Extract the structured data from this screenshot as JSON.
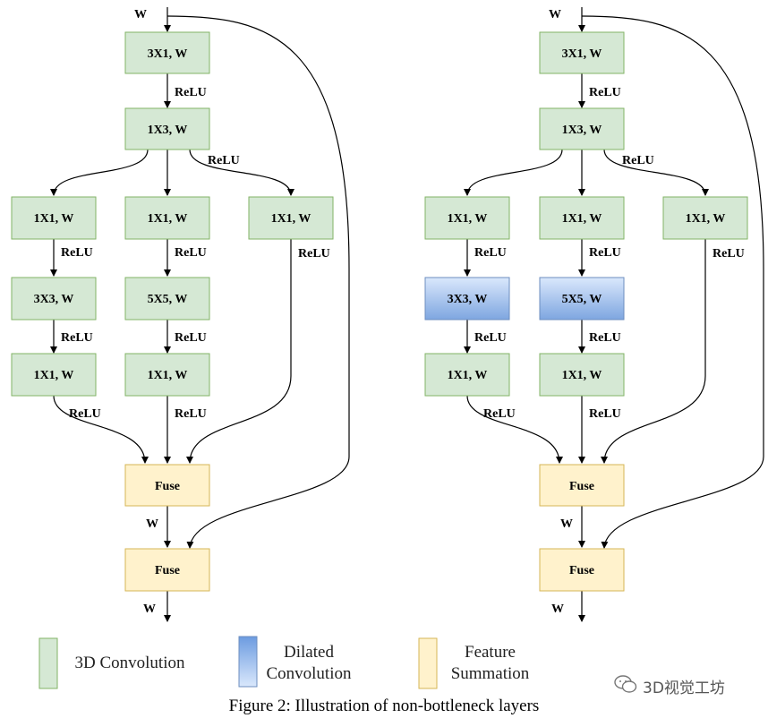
{
  "boxes": {
    "conv3x1": "3X1, W",
    "conv1x3": "1X3, W",
    "conv1x1": "1X1, W",
    "conv3x3": "3X3, W",
    "conv5x5": "5X5, W",
    "fuse": "Fuse"
  },
  "labels": {
    "relu": "ReLU",
    "w": "W"
  },
  "legend": {
    "conv3d": "3D Convolution",
    "dilated_line1": "Dilated",
    "dilated_line2": "Convolution",
    "feature_line1": "Feature",
    "feature_line2": "Summation"
  },
  "caption": "Figure 2: Illustration of non-bottleneck layers",
  "watermark": "3D视觉工坊",
  "colors": {
    "conv_fill": "#d5e8d4",
    "conv_stroke": "#82b366",
    "fuse_fill": "#fff2cc",
    "fuse_stroke": "#d6b656",
    "dilated_top": "#dae8fc",
    "dilated_bottom": "#7ea6e0",
    "dilated_stroke": "#6c8ebf"
  }
}
